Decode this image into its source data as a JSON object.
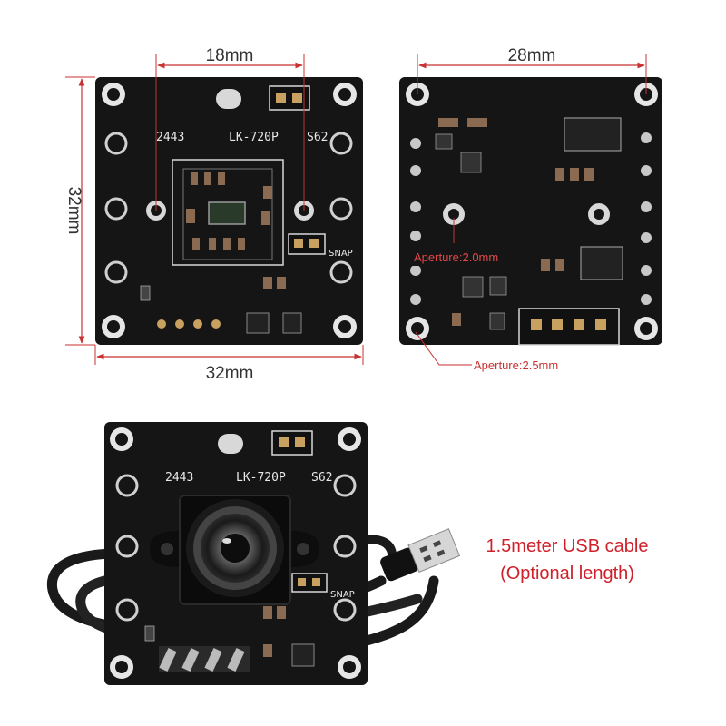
{
  "dimensions": {
    "hole_spacing": "18mm",
    "back_width": "28mm",
    "height": "32mm",
    "front_width": "32mm"
  },
  "board": {
    "marking_code": "2443",
    "model": "LK-720P",
    "variant": "S62",
    "snap_label": "SNAP"
  },
  "apertures": {
    "small": "Aperture:2.0mm",
    "large": "Aperture:2.5mm"
  },
  "cable": {
    "line1": "1.5meter USB cable",
    "line2": "(Optional length)"
  },
  "colors": {
    "dimension_line": "#c83232",
    "board": "#151515",
    "caption": "#d0202a",
    "pad": "#c8c8c8"
  }
}
